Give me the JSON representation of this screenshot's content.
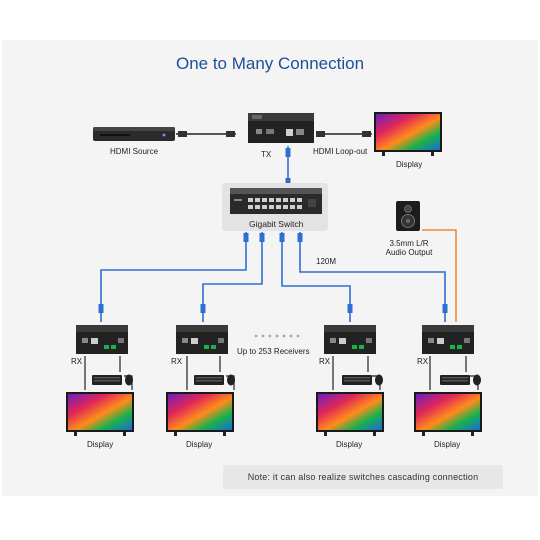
{
  "title": "One to Many Connection",
  "labels": {
    "hdmi_source": "HDMI Source",
    "tx": "TX",
    "hdmi_loop_out": "HDMI Loop-out",
    "display_top": "Display",
    "gigabit_switch": "Gigabit Switch",
    "distance": "120M",
    "audio_output_line1": "3.5mm L/R",
    "audio_output_line2": "Audio Output",
    "receivers": "Up to 253 Receivers",
    "rx": "RX",
    "display": "Display"
  },
  "receivers": [
    {
      "rx_label": "RX",
      "display_label": "Display"
    },
    {
      "rx_label": "RX",
      "display_label": "Display"
    },
    {
      "rx_label": "RX",
      "display_label": "Display"
    },
    {
      "rx_label": "RX",
      "display_label": "Display"
    }
  ],
  "note": "Note: it can also realize switches cascading connection",
  "colors": {
    "title": "#1f4f96",
    "network_cable": "#2f6fd1",
    "audio_cable": "#f08a3a",
    "device_body": "#2b2b2b",
    "panel_bg": "#f4f4f5"
  },
  "icons": {
    "source": "blu-ray-player-icon",
    "transmitter": "hdmi-extender-tx-icon",
    "switch": "network-switch-icon",
    "speaker": "speaker-icon",
    "receiver": "hdmi-extender-rx-icon",
    "display": "tv-display-icon",
    "keyboard": "keyboard-icon",
    "mouse": "mouse-icon"
  }
}
